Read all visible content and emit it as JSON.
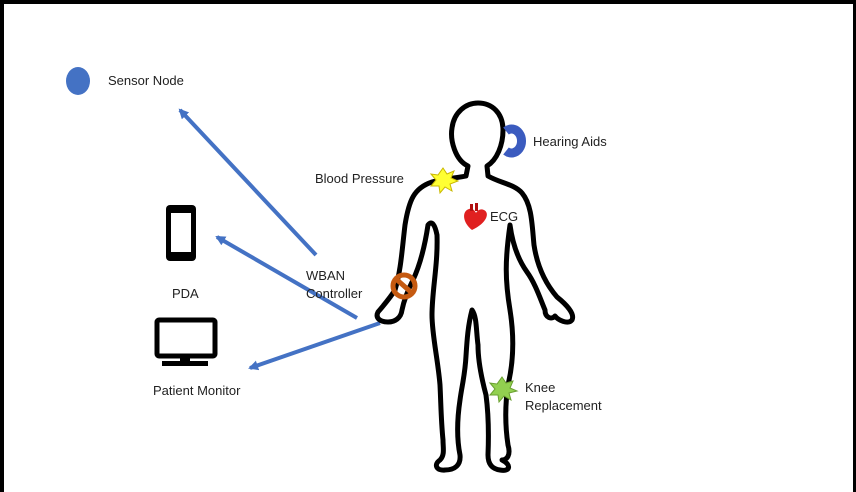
{
  "labels": {
    "sensor_node": "Sensor Node",
    "hearing_aids": "Hearing Aids",
    "blood_pressure": "Blood Pressure",
    "ecg": "ECG",
    "pda": "PDA",
    "wban_controller_line1": "WBAN",
    "wban_controller_line2": "Controller",
    "patient_monitor": "Patient Monitor",
    "knee_replacement_line1": "Knee",
    "knee_replacement_line2": "Replacement"
  },
  "colors": {
    "sensor_node": "#4472c4",
    "arrow": "#4472c4",
    "hearing_aid": "#3b5bbf",
    "blood_pressure_burst": "#ffff33",
    "heart": "#e02020",
    "controller": "#c55a11",
    "knee_burst": "#92d050",
    "outline": "#000000"
  },
  "icons": {
    "sensor_node": "circle-icon",
    "pda": "smartphone-icon",
    "patient_monitor": "monitor-icon",
    "heart": "heart-icon",
    "controller": "prohibition-ring-icon"
  }
}
